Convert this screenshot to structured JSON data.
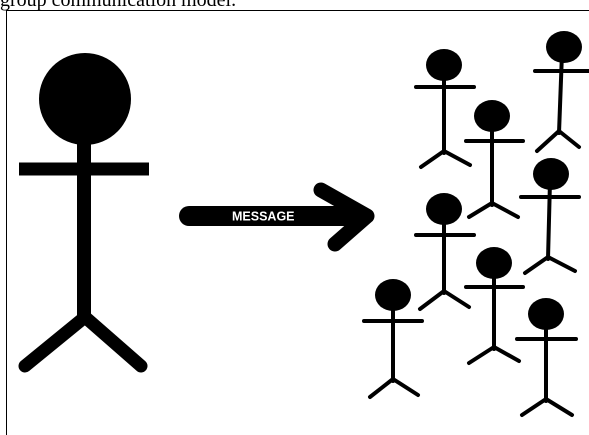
{
  "caption": "group communication model.",
  "diagram": {
    "arrow_label": "MESSAGE",
    "sender_icon": "sender-stick-figure-icon",
    "receiver_icon": "receiver-stick-figure-icon",
    "receiver_count": 8,
    "colors": {
      "ink": "#000000",
      "background": "#ffffff",
      "label": "#ffffff"
    }
  }
}
